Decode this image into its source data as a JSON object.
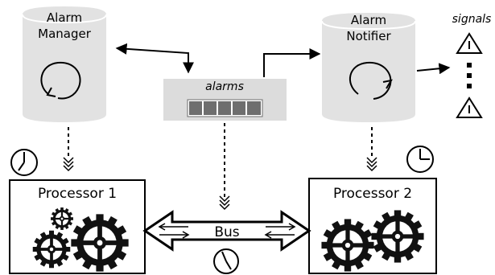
{
  "manager": {
    "line1": "Alarm",
    "line2": "Manager"
  },
  "notifier": {
    "line1": "Alarm",
    "line2": "Notifier"
  },
  "queue": {
    "label": "alarms"
  },
  "signals": {
    "label": "signals",
    "dots": "⋮"
  },
  "processor1": {
    "label": "Processor 1"
  },
  "processor2": {
    "label": "Processor 2"
  },
  "bus": {
    "label": "Bus"
  },
  "colors": {
    "cylinder_fill": "#e2e2e2",
    "queue_fill": "#dcdcdc",
    "queue_slot": "#6e6e6e",
    "line": "#000000"
  },
  "icons": [
    "clock-icon",
    "cycle-arrow-icon",
    "gear-icon",
    "warning-triangle-icon",
    "stopwatch-icon"
  ]
}
